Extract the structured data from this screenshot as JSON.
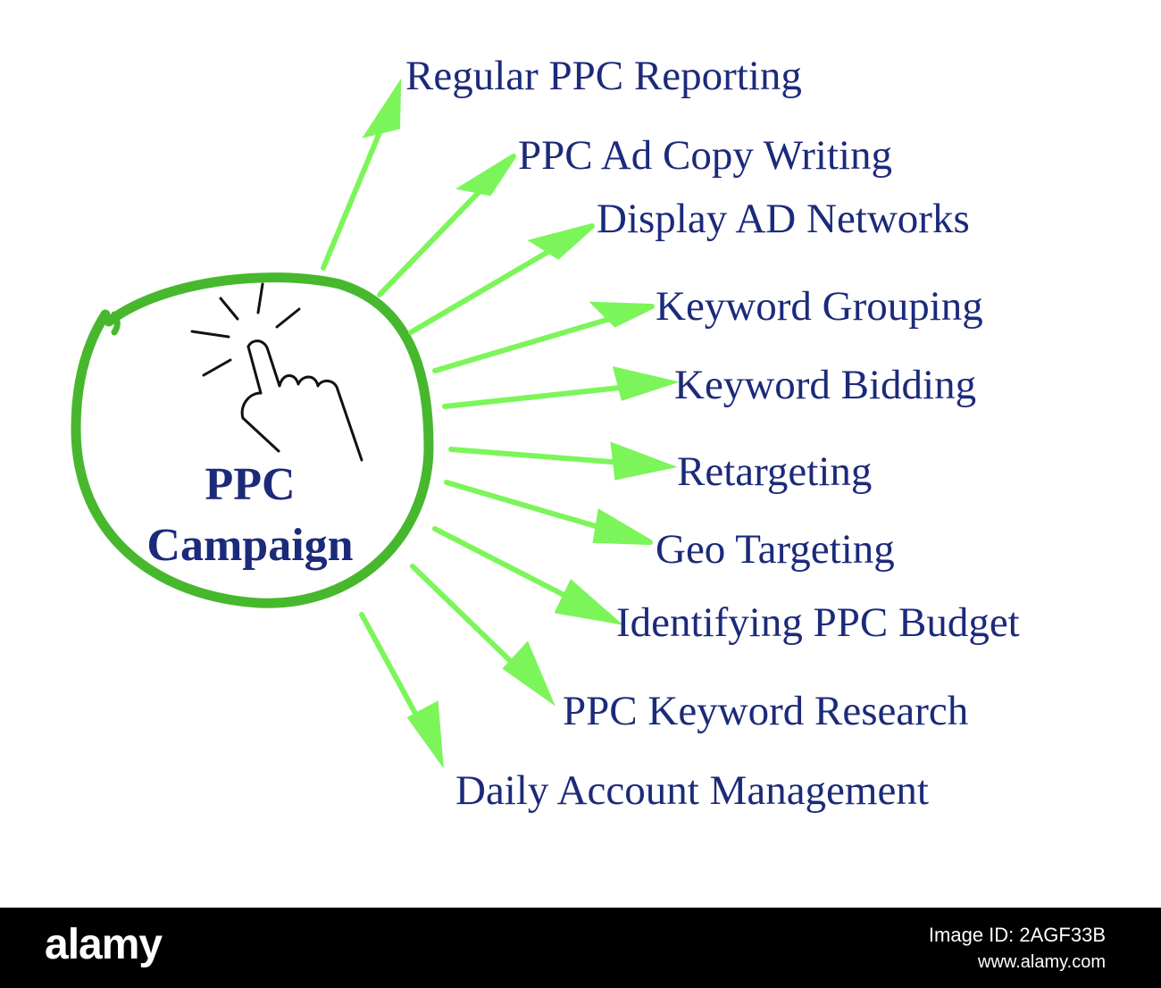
{
  "center": {
    "line1": "PPC",
    "line2": "Campaign",
    "circle_color": "#47b82d"
  },
  "arrow_color": "#7cf55a",
  "text_color": "#1c2a7a",
  "hand_icon": "hand-pointer-click-icon",
  "items": [
    "Regular PPC Reporting",
    "PPC Ad Copy Writing",
    "Display AD Networks",
    "Keyword Grouping",
    "Keyword Bidding",
    "Retargeting",
    "Geo Targeting",
    "Identifying PPC Budget",
    "PPC Keyword Research",
    "Daily Account Management"
  ],
  "footer": {
    "brand": "alamy",
    "image_id": "Image ID: 2AGF33B",
    "site": "www.alamy.com"
  }
}
